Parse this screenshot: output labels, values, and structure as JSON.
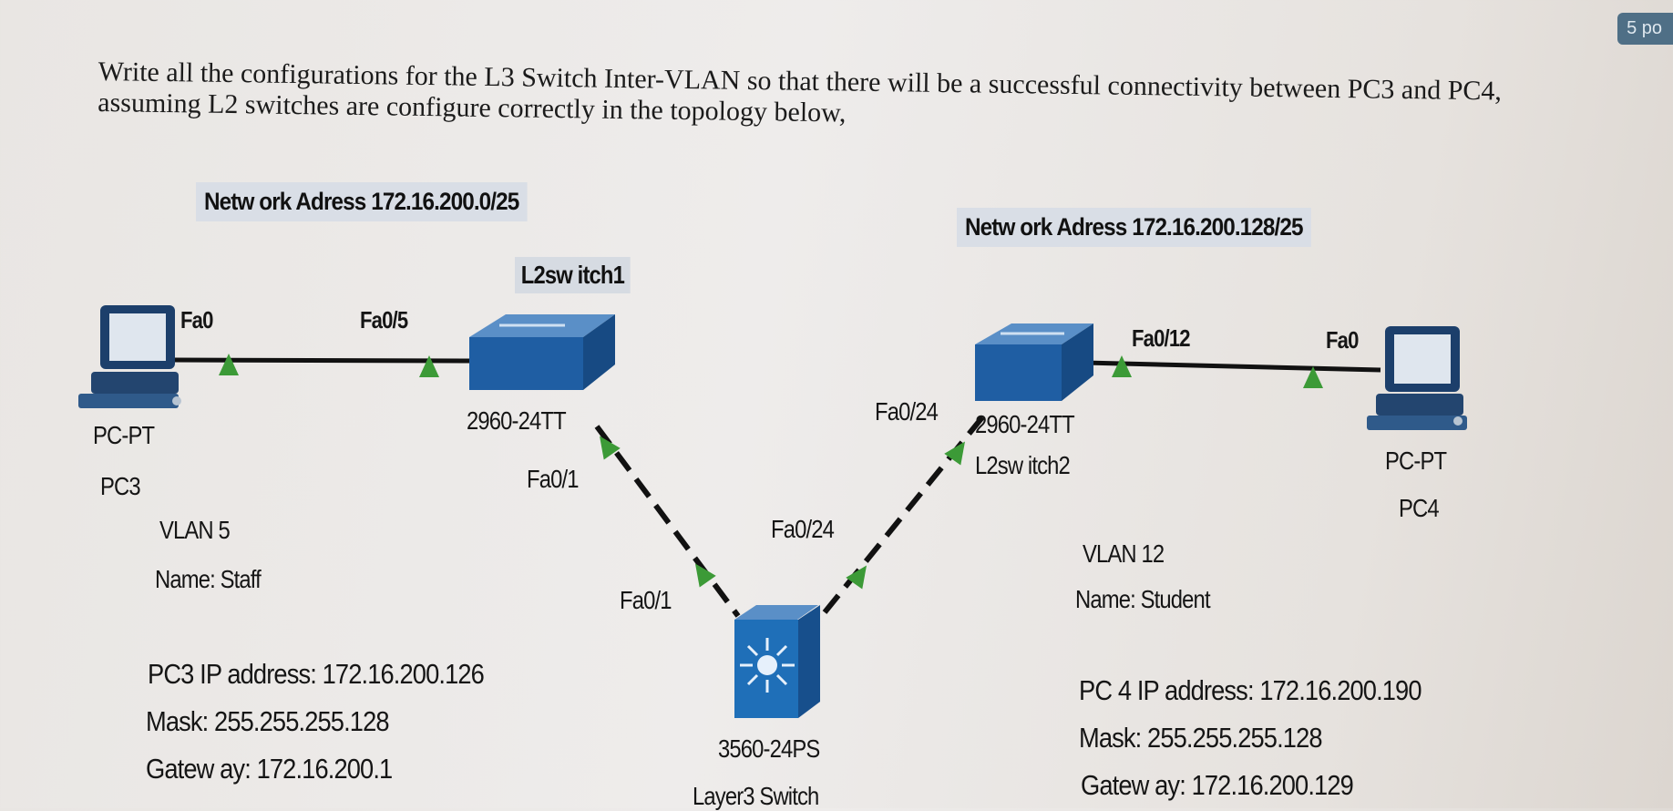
{
  "points_badge": "5 po",
  "question": "Write all the configurations for the L3 Switch Inter-VLAN so that there will be a successful connectivity between PC3 and PC4, assuming L2 switches are configure correctly in the topology below,",
  "left_network": {
    "address_label": "Netw ork Adress 172.16.200.0/25",
    "pc_type": "PC-PT",
    "pc_name": "PC3",
    "pc_port": "Fa0",
    "switch_port_to_pc": "Fa0/5",
    "switch_name": "L2sw itch1",
    "switch_model": "2960-24TT",
    "switch_uplink_port": "Fa0/1",
    "vlan": "VLAN 5",
    "vlan_name": "Name: Staff",
    "ip": "PC3 IP address: 172.16.200.126",
    "mask": "Mask: 255.255.255.128",
    "gateway": "Gatew ay: 172.16.200.1"
  },
  "right_network": {
    "address_label": "Netw ork Adress 172.16.200.128/25",
    "pc_type": "PC-PT",
    "pc_name": "PC4",
    "pc_port": "Fa0",
    "switch_port_to_pc": "Fa0/12",
    "switch_name": "L2sw itch2",
    "switch_model": "2960-24TT",
    "switch_uplink_port": "Fa0/24",
    "vlan": "VLAN 12",
    "vlan_name": "Name: Student",
    "ip": "PC 4 IP address: 172.16.200.190",
    "mask": "Mask: 255.255.255.128",
    "gateway": "Gatew ay: 172.16.200.129"
  },
  "core_switch": {
    "model": "3560-24PS",
    "name": "Layer3 Switch",
    "port_left": "Fa0/1",
    "port_right": "Fa0/24"
  }
}
